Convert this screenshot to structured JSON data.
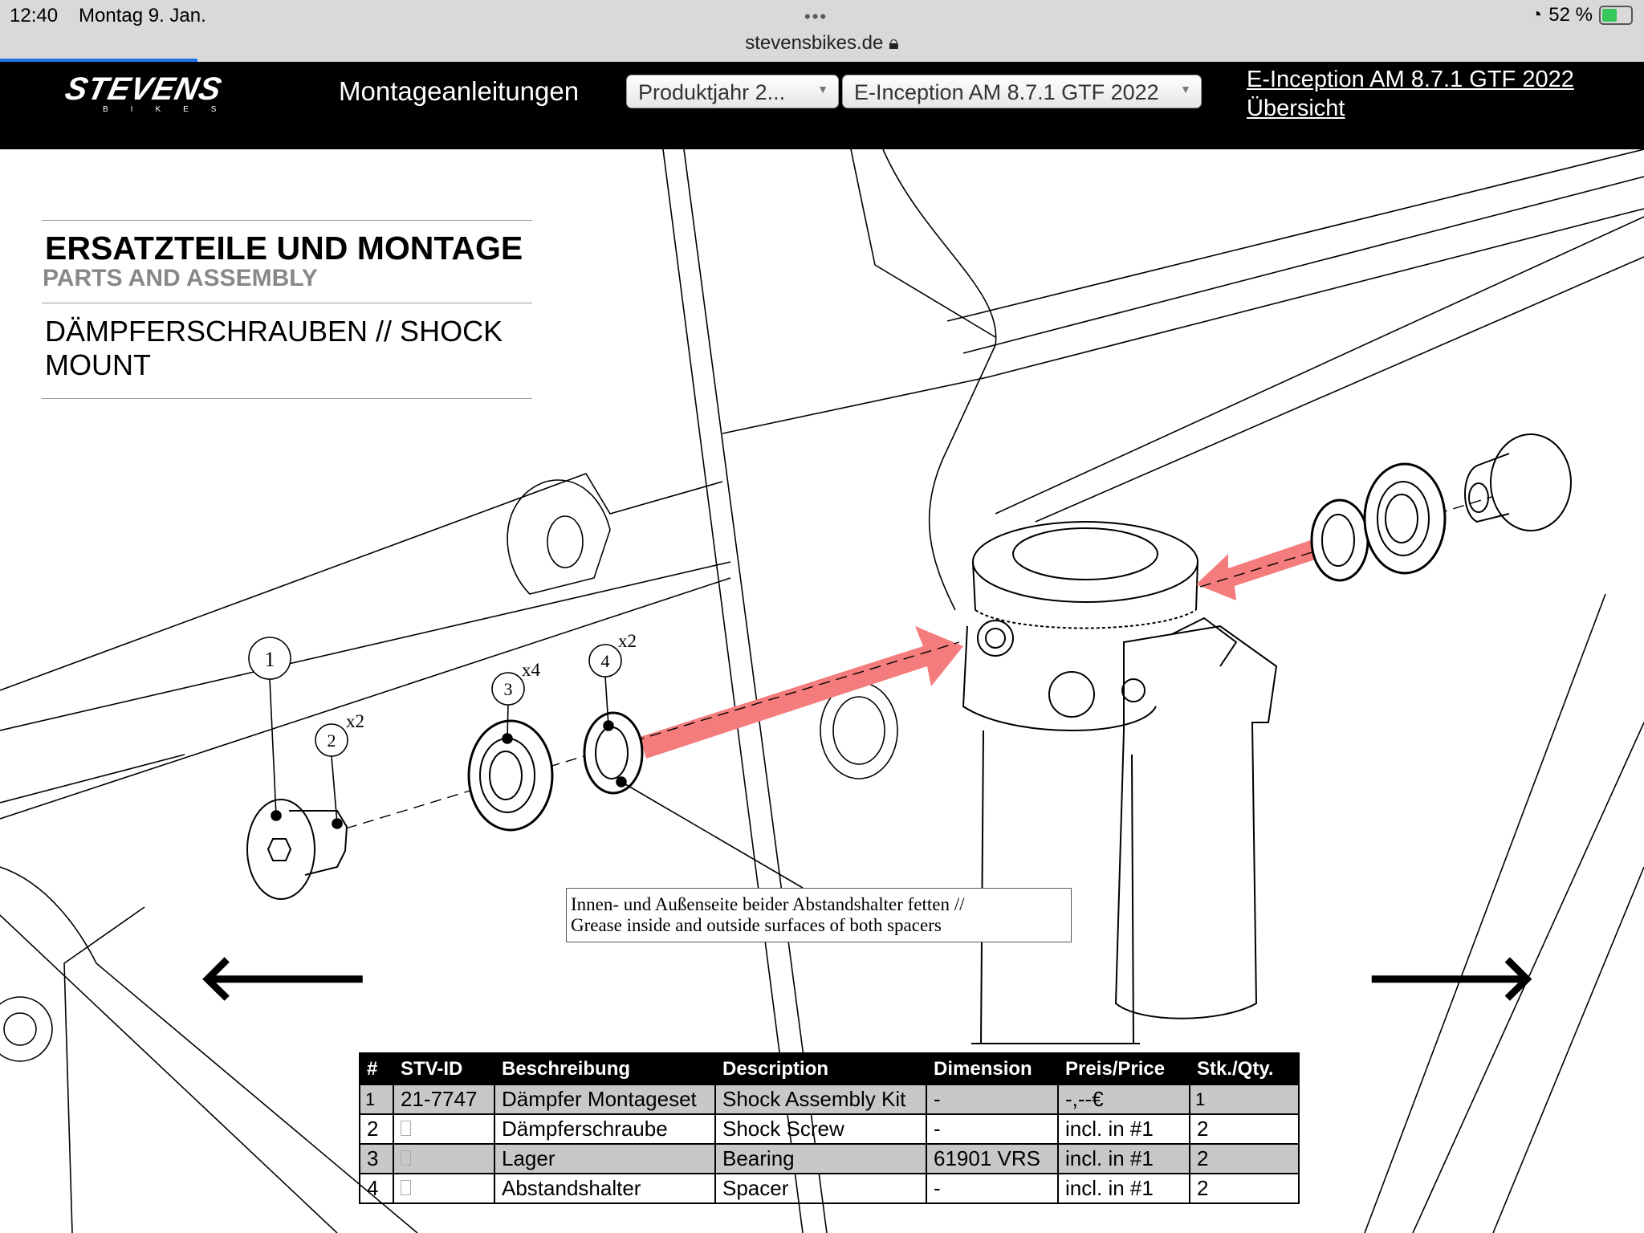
{
  "status_bar": {
    "time": "12:40",
    "date": "Montag 9. Jan.",
    "dots": "•••",
    "url": "stevensbikes.de",
    "battery": "52 %",
    "battery_level": 52
  },
  "browser": {
    "load_progress": 12
  },
  "header": {
    "logo": "STEVENS",
    "logo_sub": "BIKES",
    "nav_title": "Montageanleitungen",
    "select_year": "Produktjahr 2...",
    "select_model": "E-Inception AM 8.7.1 GTF 2022",
    "link_line1": "E-Inception AM 8.7.1 GTF 2022",
    "link_line2": "Übersicht"
  },
  "section": {
    "title": "ERSATZTEILE UND MONTAGE",
    "subtitle": "PARTS AND ASSEMBLY",
    "heading": "DÄMPFERSCHRAUBEN // SHOCK MOUNT"
  },
  "diagram": {
    "labels": [
      "1",
      "2",
      "3",
      "4"
    ],
    "qty_marks": [
      "x2",
      "x4",
      "x2"
    ],
    "note_line1": "Innen- und Außenseite beider Abstandshalter fetten //",
    "note_line2": "Grease inside and outside surfaces of both spacers",
    "prev": "🡐",
    "next": "🡒",
    "accent": "#f47c7c"
  },
  "table": {
    "headers": [
      "#",
      "STV-ID",
      "Beschreibung",
      "Description",
      "Dimension",
      "Preis/Price",
      "Stk./Qty."
    ],
    "rows": [
      [
        "1",
        "21-7747",
        "Dämpfer Montageset",
        "Shock Assembly Kit",
        "-",
        "-,--€",
        "1"
      ],
      [
        "2",
        "",
        "Dämpferschraube",
        "Shock Screw",
        "-",
        "incl. in #1",
        "2"
      ],
      [
        "3",
        "",
        "Lager",
        "Bearing",
        "61901 VRS",
        "incl. in #1",
        "2"
      ],
      [
        "4",
        "",
        "Abstandshalter",
        "Spacer",
        "-",
        "incl. in #1",
        "2"
      ]
    ]
  }
}
